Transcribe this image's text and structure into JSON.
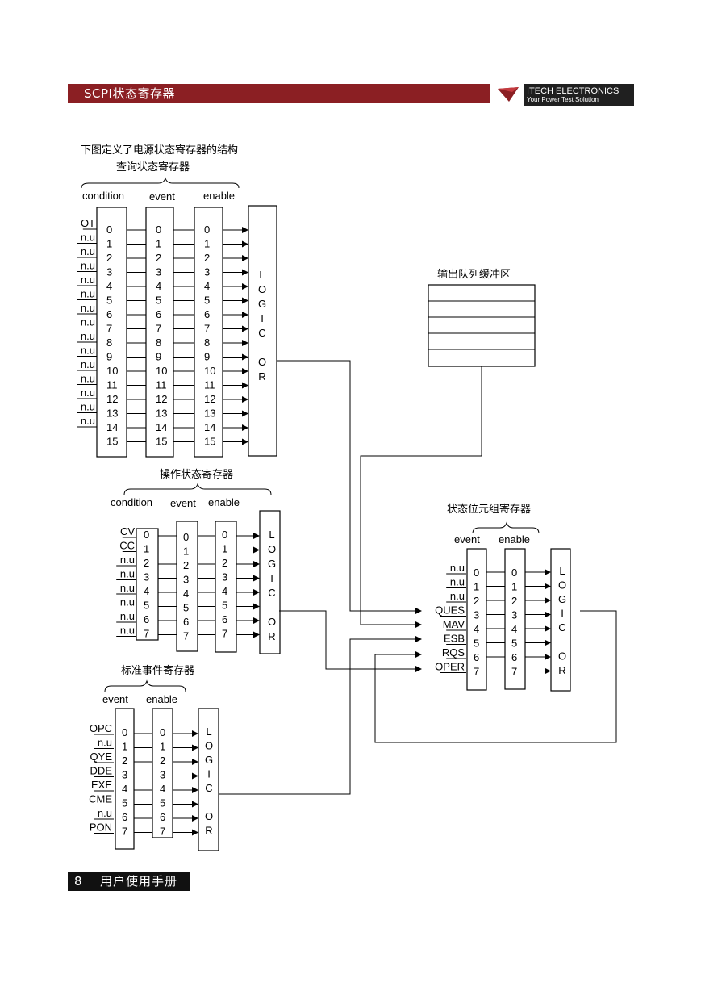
{
  "header": {
    "section_title": "SCPI状态寄存器",
    "logo_name": "ITECH ELECTRONICS",
    "logo_slogan": "Your Power Test Solution"
  },
  "footer": {
    "page_number": "8",
    "title": "用户使用手册"
  },
  "intro_text": "下图定义了电源状态寄存器的结构",
  "questionable": {
    "title": "查询状态寄存器",
    "col_condition": "condition",
    "col_event": "event",
    "col_enable": "enable",
    "inputs": [
      "OT",
      "n.u",
      "n.u",
      "n.u",
      "n.u",
      "n.u",
      "n.u",
      "n.u",
      "n.u",
      "n.u",
      "n.u",
      "n.u",
      "n.u",
      "n.u",
      "n.u"
    ],
    "bits": [
      "0",
      "1",
      "2",
      "3",
      "4",
      "5",
      "6",
      "7",
      "8",
      "9",
      "10",
      "11",
      "12",
      "13",
      "14",
      "15"
    ],
    "logic": [
      "L",
      "O",
      "G",
      "I",
      "C",
      "O",
      "R"
    ]
  },
  "operation": {
    "title": "操作状态寄存器",
    "col_condition": "condition",
    "col_event": "event",
    "col_enable": "enable",
    "inputs": [
      "CV",
      "CC",
      "n.u",
      "n.u",
      "n.u",
      "n.u",
      "n.u",
      "n.u"
    ],
    "bits": [
      "0",
      "1",
      "2",
      "3",
      "4",
      "5",
      "6",
      "7"
    ],
    "logic": [
      "L",
      "O",
      "G",
      "I",
      "C",
      "O",
      "R"
    ]
  },
  "standard_event": {
    "title": "标准事件寄存器",
    "col_event": "event",
    "col_enable": "enable",
    "inputs": [
      "OPC",
      "n.u",
      "QYE",
      "DDE",
      "EXE",
      "CME",
      "n.u",
      "PON"
    ],
    "bits": [
      "0",
      "1",
      "2",
      "3",
      "4",
      "5",
      "6",
      "7"
    ],
    "logic": [
      "L",
      "O",
      "G",
      "I",
      "C",
      "O",
      "R"
    ]
  },
  "output_queue": {
    "title": "输出队列缓冲区"
  },
  "status_byte": {
    "title": "状态位元组寄存器",
    "col_event": "event",
    "col_enable": "enable",
    "inputs": [
      "n.u",
      "n.u",
      "n.u",
      "QUES",
      "MAV",
      "ESB",
      "RQS",
      "OPER"
    ],
    "bits": [
      "0",
      "1",
      "2",
      "3",
      "4",
      "5",
      "6",
      "7"
    ],
    "logic": [
      "L",
      "O",
      "G",
      "I",
      "C",
      "O",
      "R"
    ]
  }
}
